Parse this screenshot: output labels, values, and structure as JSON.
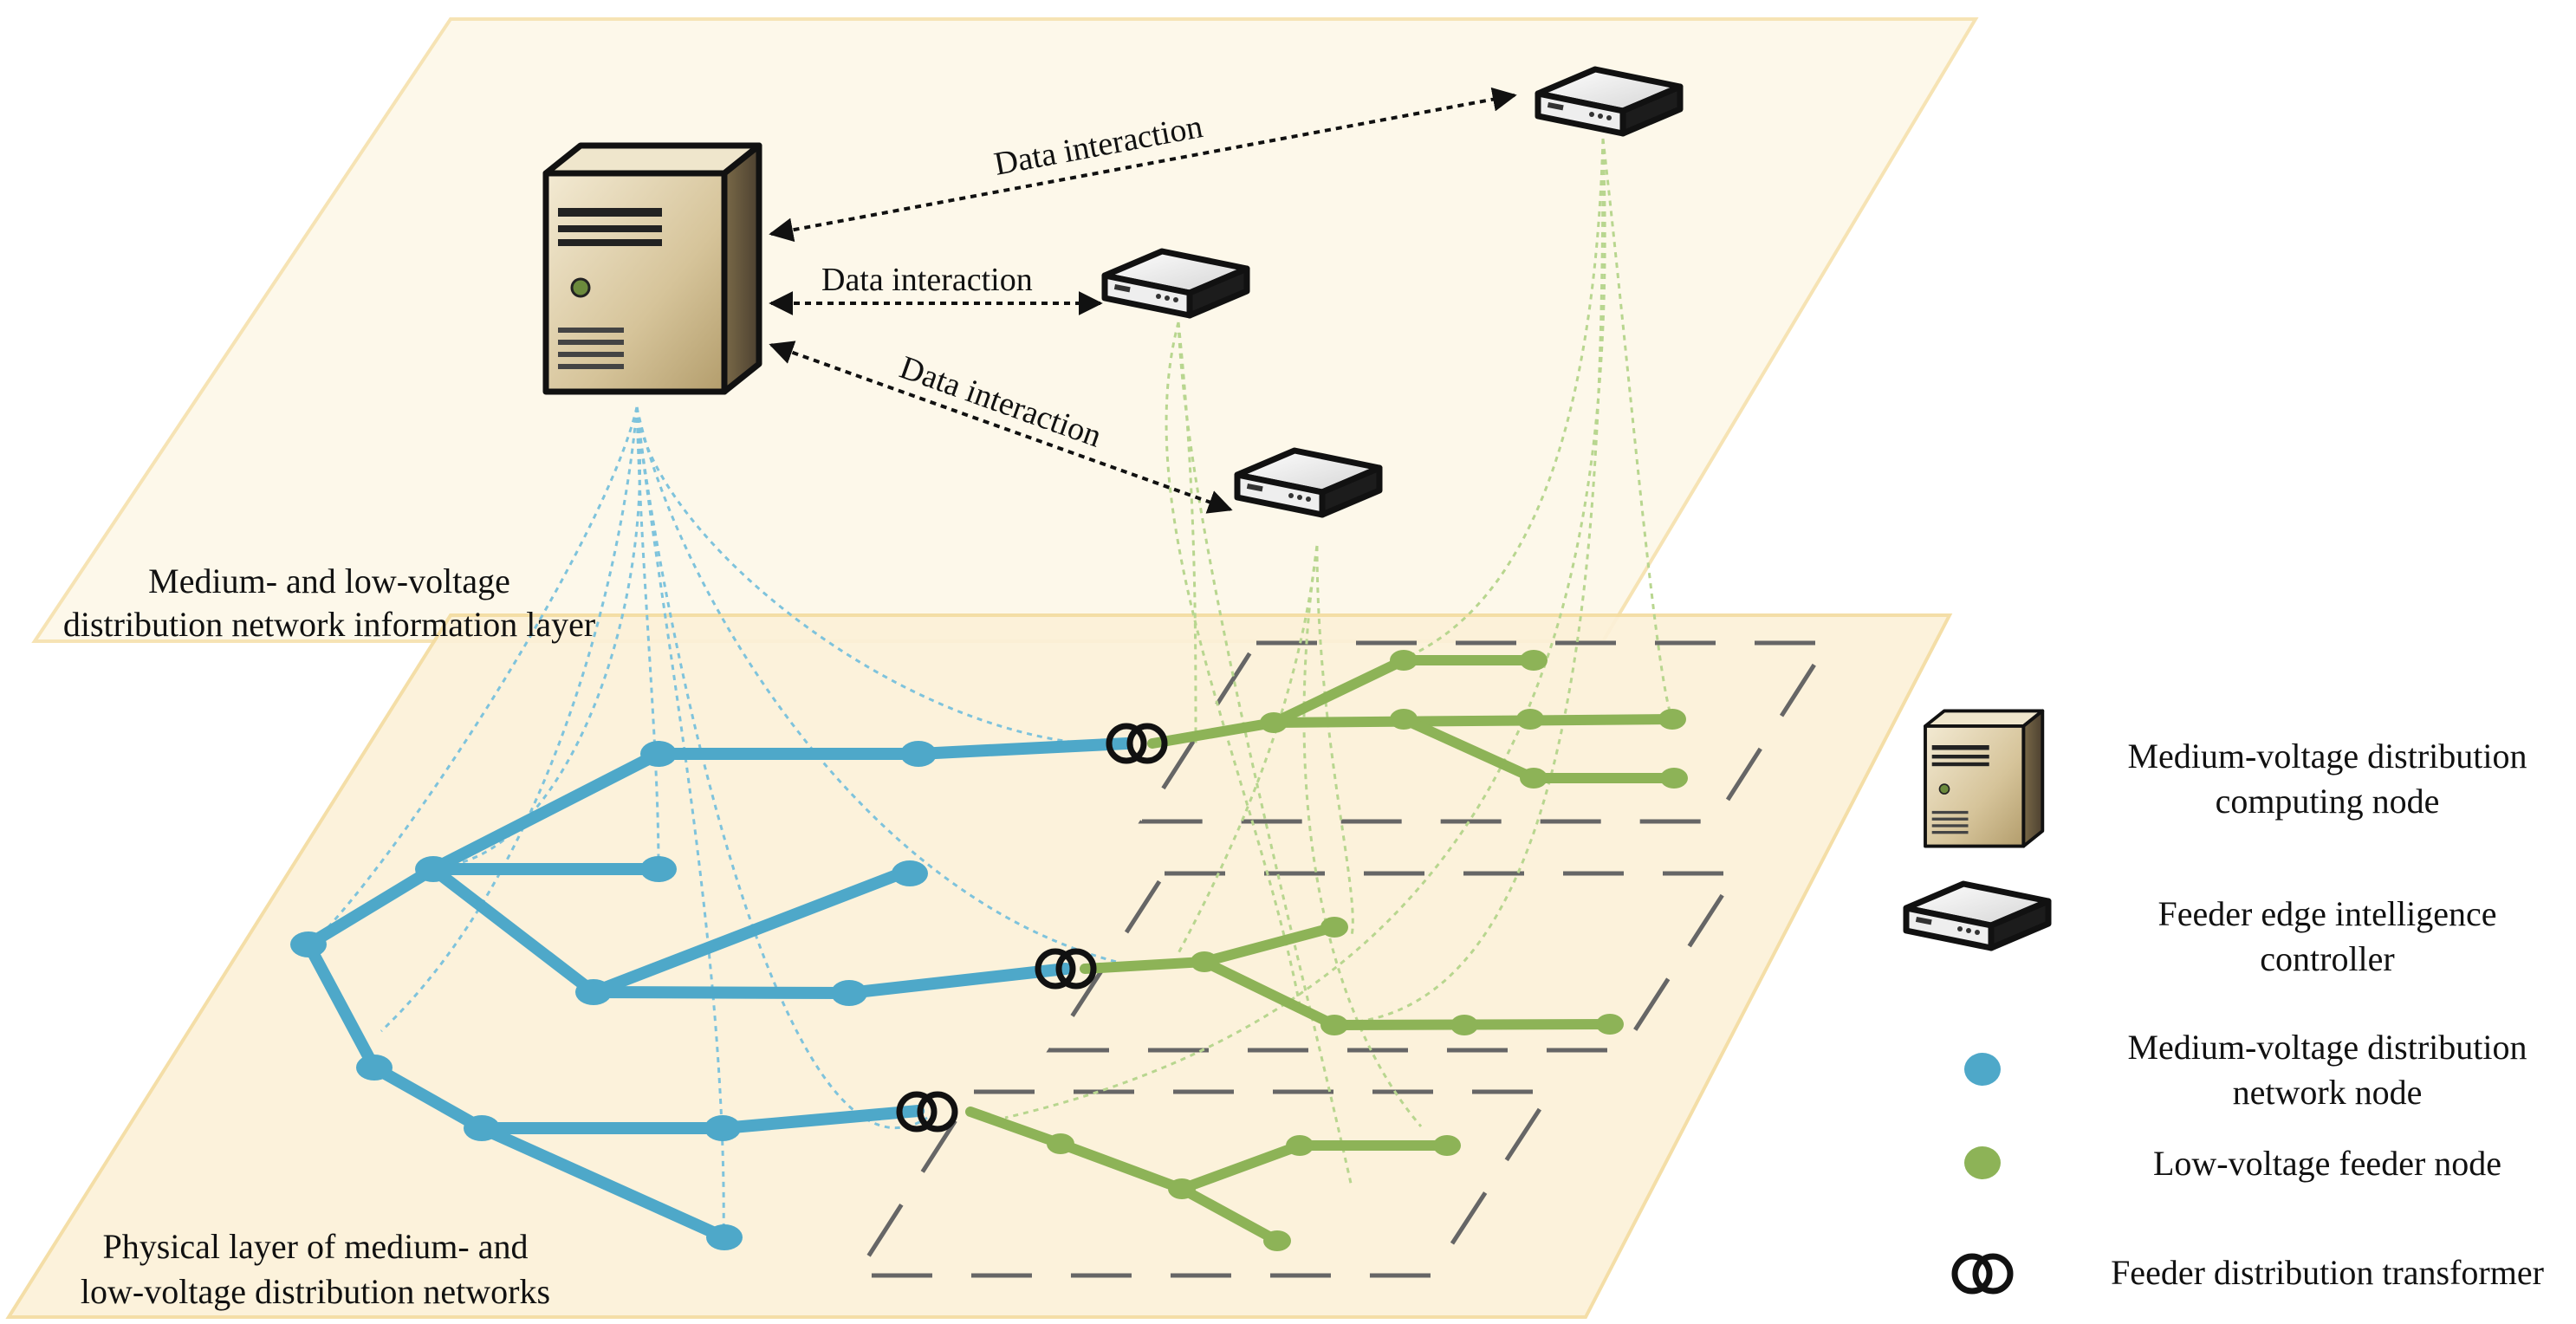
{
  "colors": {
    "plane_fill": "#fdf8ea",
    "plane_fill_lower": "#fcf1d8",
    "plane_edge": "#f6e3b4",
    "mv_blue": "#4ea8c9",
    "lv_green": "#8db357",
    "mv_link": "#7ec3dc",
    "lv_link": "#b8d68f",
    "dash_box": "#666666",
    "arrow": "#111111"
  },
  "info_layer": {
    "label_line1": "Medium- and low-voltage",
    "label_line2": "distribution network information layer"
  },
  "physical_layer": {
    "label_line1": "Physical layer of medium- and",
    "label_line2": "low-voltage distribution networks"
  },
  "interactions": {
    "top": "Data interaction",
    "middle": "Data interaction",
    "lower": "Data interaction"
  },
  "legend": {
    "server_line1": "Medium-voltage distribution",
    "server_line2": "computing node",
    "controller_line1": "Feeder edge intelligence",
    "controller_line2": "controller",
    "mv_node_line1": "Medium-voltage distribution",
    "mv_node_line2": "network node",
    "lv_node": "Low-voltage feeder node",
    "transformer": "Feeder distribution transformer"
  },
  "icons": {
    "server": "server-tower-icon",
    "controller": "edge-controller-icon",
    "transformer": "transformer-icon"
  }
}
